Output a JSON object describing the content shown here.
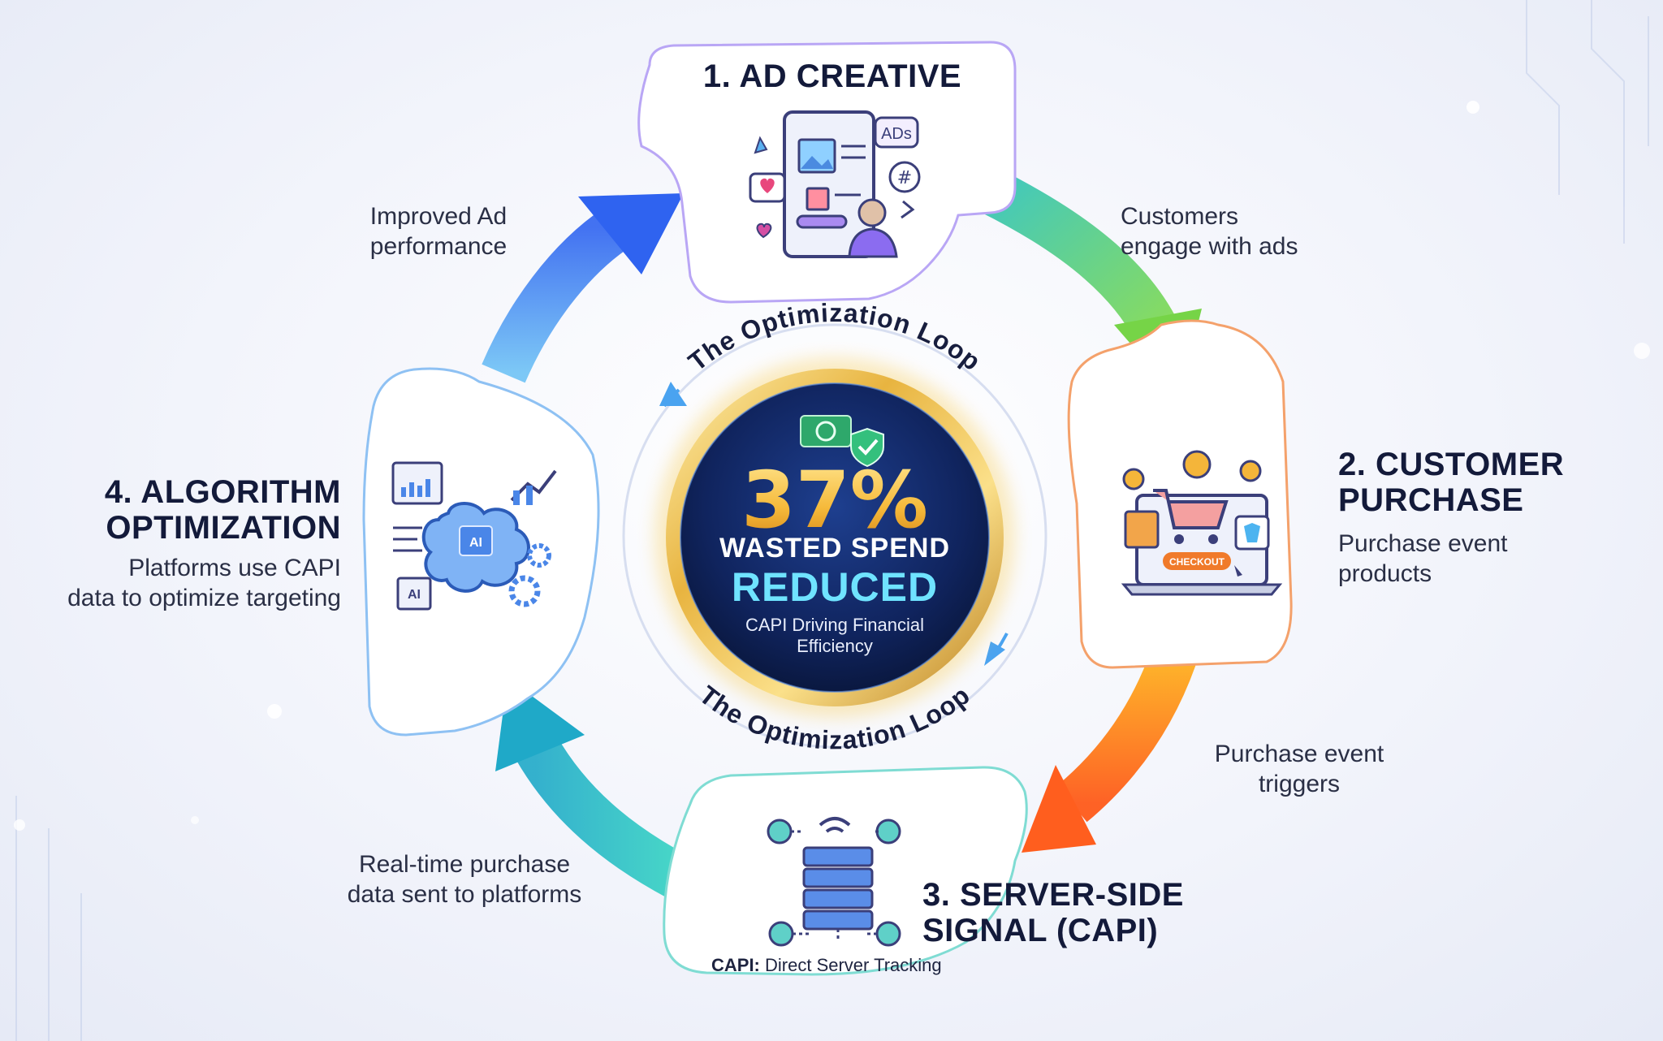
{
  "diagram": {
    "loop_label_top": "The Optimization Loop",
    "loop_label_bottom": "The Optimization Loop",
    "center_badge": {
      "percent": "37%",
      "line1": "WASTED SPEND",
      "line2": "REDUCED",
      "note_line1": "CAPI Driving Financial",
      "note_line2": "Efficiency",
      "icon": "money-shield-icon"
    },
    "steps": [
      {
        "title": "1. AD CREATIVE",
        "icon": "ad-creative-tablet-icon",
        "accent": "#8b6cf0"
      },
      {
        "title_line1": "2. CUSTOMER",
        "title_line2": "PURCHASE",
        "desc_line1": "Purchase event",
        "desc_line2": "products",
        "icon": "shopping-cart-laptop-icon",
        "accent": "#f07a2a"
      },
      {
        "title_line1": "3. SERVER-SIDE",
        "title_line2": "SIGNAL (CAPI)",
        "note_bold": "CAPI:",
        "note_rest": " Direct Server Tracking",
        "icon": "server-stack-icon",
        "accent": "#2bc6c0"
      },
      {
        "title_line1": "4. ALGORITHM",
        "title_line2": "OPTIMIZATION",
        "desc_line1": "Platforms use CAPI",
        "desc_line2": "data to optimize targeting",
        "icon": "ai-brain-icon",
        "accent": "#3f86f0"
      }
    ],
    "flows": [
      {
        "line1": "Customers",
        "line2": "engage with ads",
        "color": "#6fd05a"
      },
      {
        "line1": "Purchase event",
        "line2": "triggers",
        "color": "#f07a20"
      },
      {
        "line1": "Real-time purchase",
        "line2": "data sent to platforms",
        "color": "#26c2b5"
      },
      {
        "line1": "Improved Ad",
        "line2": "performance",
        "color": "#2f78f0"
      }
    ],
    "icon_texts": {
      "ads_bubble": "ADs",
      "checkout": "CHECKOUT",
      "ai_chip": "AI"
    }
  }
}
